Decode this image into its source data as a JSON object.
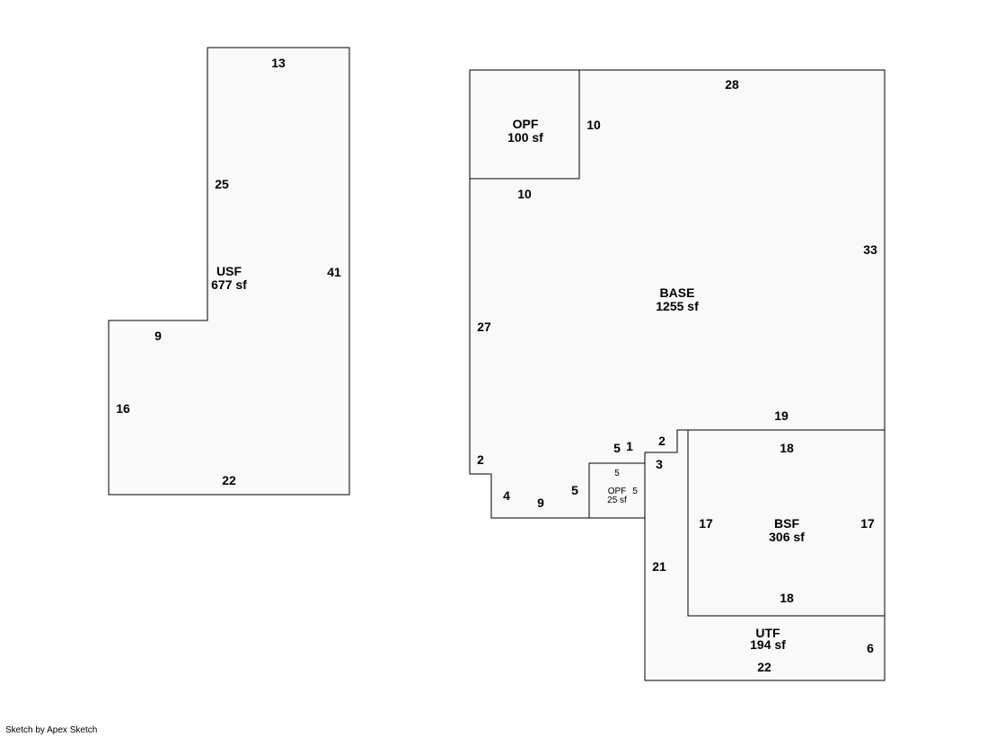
{
  "colors": {
    "fill": "#f9f9f9",
    "stroke": "#000000",
    "background": "#ffffff"
  },
  "areas": {
    "usf": {
      "name": "USF",
      "size": "677 sf"
    },
    "opf_top": {
      "name": "OPF",
      "size": "100 sf"
    },
    "base": {
      "name": "BASE",
      "size": "1255 sf"
    },
    "opf_small": {
      "name": "OPF",
      "size": "25 sf"
    },
    "bsf": {
      "name": "BSF",
      "size": "306 sf"
    },
    "utf": {
      "name": "UTF",
      "size": "194 sf"
    }
  },
  "dimensions": {
    "usf": [
      "13",
      "25",
      "41",
      "9",
      "16",
      "22"
    ],
    "opf_top": [
      "10",
      "10"
    ],
    "base": [
      "28",
      "33",
      "27",
      "19",
      "2",
      "4",
      "9",
      "5",
      "5",
      "1",
      "2",
      "3"
    ],
    "opf_small": [
      "5",
      "5"
    ],
    "bsf": [
      "18",
      "17",
      "17",
      "18"
    ],
    "utf": [
      "21",
      "6",
      "22"
    ]
  },
  "footer": "Sketch by Apex Sketch"
}
